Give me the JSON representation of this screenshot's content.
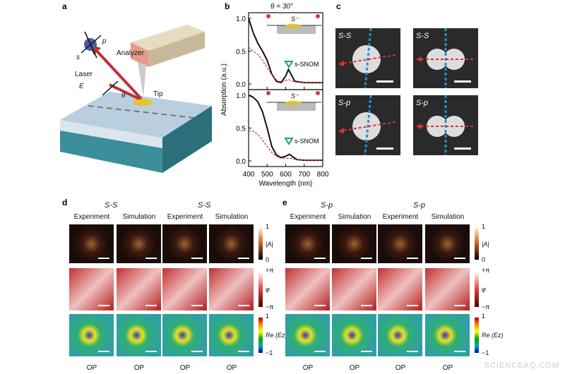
{
  "panels": {
    "a": {
      "label": "a",
      "analyzer": "Analyzer",
      "p": "p",
      "s": "s",
      "laser": "Laser",
      "E": "E",
      "theta": "θ",
      "tip": "Tip"
    },
    "b": {
      "label": "b",
      "title": "θ = 30°",
      "inset_label": "S⁻",
      "marker_label": "s-SNOM"
    },
    "c": {
      "label": "c",
      "tiles": [
        "S-S",
        "S-S",
        "S-p",
        "S-p"
      ]
    },
    "d": {
      "label": "d",
      "groups": [
        "S-S",
        "S-S"
      ],
      "cols": [
        "Experiment",
        "Simulation",
        "Experiment",
        "Simulation"
      ],
      "bottom": [
        "OP",
        "OP",
        "OP",
        "OP"
      ],
      "cbars": [
        {
          "top": "1",
          "label": "|A|",
          "bottom": "0"
        },
        {
          "top": "+π",
          "label": "φ",
          "bottom": "−π"
        },
        {
          "top": "1",
          "label": "Re (Ez)",
          "bottom": "−1"
        }
      ]
    },
    "e": {
      "label": "e",
      "groups": [
        "S-p",
        "S-p"
      ],
      "cols": [
        "Experiment",
        "Simulation",
        "Experiment",
        "Simulation"
      ],
      "bottom": [
        "OP",
        "OP",
        "OP",
        "OP"
      ],
      "cbars": [
        {
          "top": "1",
          "label": "|A|",
          "bottom": "0"
        },
        {
          "top": "+π",
          "label": "φ",
          "bottom": "−π"
        },
        {
          "top": "1",
          "label": "Re (Ez)",
          "bottom": "−1"
        }
      ]
    }
  },
  "watermark": "SCIENCEAQ.COM",
  "chart_data": {
    "type": "line",
    "xlabel": "Wavelength (nm)",
    "ylabel": "Absorption (a.u.)",
    "xlim": [
      400,
      800
    ],
    "ylim": [
      0,
      1
    ],
    "xticks": [
      "400",
      "500",
      "600",
      "700",
      "800"
    ],
    "yticks": [
      "0.0",
      "0.5",
      "1.0"
    ],
    "panels": [
      {
        "x": [
          400,
          425,
          450,
          475,
          500,
          525,
          550,
          575,
          600,
          615,
          630,
          650,
          700,
          750,
          800
        ],
        "series": [
          {
            "color": "#111111",
            "values": [
              1.0,
              0.78,
              0.62,
              0.5,
              0.36,
              0.15,
              0.04,
              0.02,
              0.12,
              0.22,
              0.14,
              0.04,
              0.02,
              0.02,
              0.02
            ]
          },
          {
            "color": "#d04040",
            "values": [
              0.56,
              0.5,
              0.45,
              0.36,
              0.25,
              0.14,
              0.06,
              0.03,
              0.05,
              0.07,
              0.05,
              0.03,
              0.02,
              0.02,
              0.02
            ]
          }
        ]
      },
      {
        "x": [
          400,
          425,
          450,
          475,
          500,
          525,
          550,
          575,
          600,
          620,
          640,
          660,
          700,
          750,
          800
        ],
        "series": [
          {
            "color": "#111111",
            "values": [
              1.0,
              0.97,
              0.9,
              0.75,
              0.5,
              0.22,
              0.09,
              0.05,
              0.07,
              0.1,
              0.06,
              0.02,
              0.01,
              0.01,
              0.01
            ]
          },
          {
            "color": "#d04040",
            "values": [
              0.46,
              0.45,
              0.4,
              0.32,
              0.22,
              0.13,
              0.07,
              0.04,
              0.04,
              0.04,
              0.03,
              0.02,
              0.01,
              0.01,
              0.01
            ]
          }
        ]
      }
    ]
  }
}
